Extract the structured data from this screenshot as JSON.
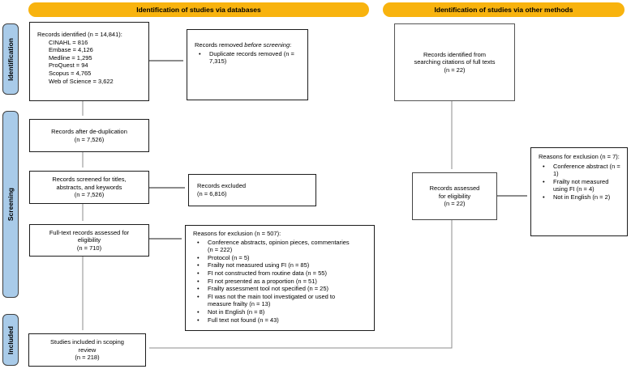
{
  "banners": {
    "databases": "Identification of studies via databases",
    "other_methods": "Identification of studies via other methods"
  },
  "stages": {
    "identification": "Identification",
    "screening": "Screening",
    "included": "Included"
  },
  "boxes": {
    "records_identified": {
      "title": "Records identified (n = 14,841):",
      "sources": [
        "CINAHL = 816",
        "Embase = 4,126",
        "Medline = 1,295",
        "ProQuest = 94",
        "Scopus = 4,765",
        "Web of Science = 3,622"
      ]
    },
    "records_removed": {
      "text_plain": "Records removed ",
      "text_italic": "before screening",
      "text_suffix": ":",
      "bullets": [
        "Duplicate records removed (n = 7,315)"
      ]
    },
    "after_dedup": {
      "lines": [
        "Records after de-duplication",
        "(n = 7,526)"
      ]
    },
    "screened": {
      "lines": [
        "Records screened for titles,",
        "abstracts, and keywords",
        "(n = 7,526)"
      ]
    },
    "records_excluded": {
      "lines": [
        "Records excluded",
        "(n = 6,816)"
      ]
    },
    "fulltext_assessed": {
      "lines": [
        "Full-text records assessed for",
        "eligibility",
        "(n = 710)"
      ]
    },
    "exclusion_reasons_main": {
      "title": "Reasons for exclusion (n = 507):",
      "bullets": [
        "Conference abstracts, opinion pieces, commentaries (n = 222)",
        "Protocol (n = 5)",
        "Frailty not measured using FI (n = 85)",
        "FI not constructed from routine data (n = 55)",
        "FI not presented as a proportion (n = 51)",
        "Frailty assessment tool not specified (n = 25)",
        "FI was not the main tool investigated or used to measure frailty (n = 13)",
        "Not in English (n = 8)",
        "Full text not found (n = 43)"
      ]
    },
    "included_studies": {
      "lines": [
        "Studies included in scoping",
        "review",
        "(n = 218)"
      ]
    },
    "citation_records": {
      "lines": [
        "Records identified from",
        "searching citations of full texts",
        "(n = 22)"
      ]
    },
    "assessed_eligibility": {
      "lines": [
        "Records assessed",
        "for eligibility",
        "(n = 22)"
      ]
    },
    "exclusion_reasons_other": {
      "title": "Reasons for exclusion (n = 7):",
      "bullets": [
        "Conference abstract (n = 1)",
        "Frailty not measured using FI (n = 4)",
        "Not in English (n = 2)"
      ]
    }
  },
  "colors": {
    "banner_bg": "#F8B30E",
    "banner_text": "#000000",
    "stage_bg": "#A9CBE9",
    "stage_border": "#3F3F3F",
    "box_border": "#1C1C1C",
    "connector_dark": "#1A1A1A",
    "connector_gray": "#8C8C8C"
  }
}
